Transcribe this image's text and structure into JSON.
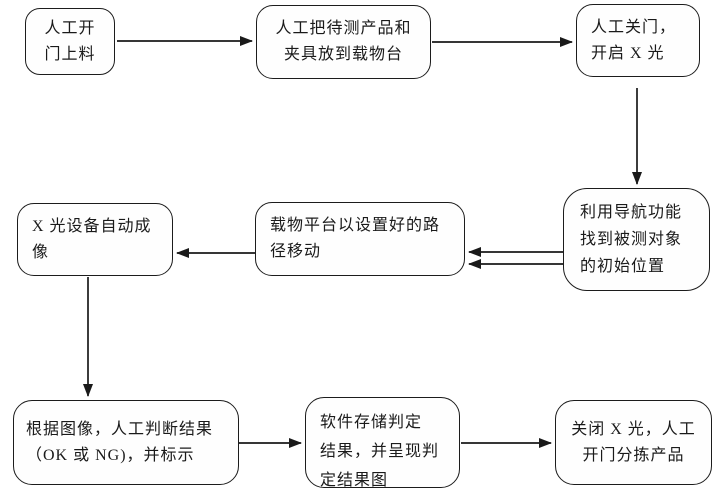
{
  "diagram": {
    "type": "flowchart",
    "colors": {
      "background": "#ffffff",
      "node_fill": "#fefefe",
      "line_color": "#1a1a1a",
      "text_color": "#1a1a1a"
    },
    "nodes": {
      "step1": {
        "label": "人工开门上料",
        "line1": "人工开",
        "line2": "门上料"
      },
      "step2": {
        "label": "人工把待测产品和夹具放到载物台",
        "line1": "人工把待测产品和",
        "line2": "夹具放到载物台"
      },
      "step3": {
        "label": "人工关门，开启 X 光",
        "line1": "人工关门，",
        "line2": "开启 X 光"
      },
      "step4": {
        "label": "利用导航功能找到被测对象的初始位置",
        "line1": "利用导航功能",
        "line2": "找到被测对象",
        "line3": "的初始位置"
      },
      "step5": {
        "label": "载物平台以设置好的路径移动",
        "line1": "载物平台以设置好的路",
        "line2": "径移动"
      },
      "step6": {
        "label": "X 光设备自动成像",
        "line1": "X 光设备自动成",
        "line2": "像"
      },
      "step7": {
        "label": "根据图像，人工判断结果（OK 或 NG)，并标示",
        "line1": "根据图像，人工判断结果",
        "line2": "（OK 或 NG)，并标示"
      },
      "step8": {
        "label": "软件存储判定结果，并呈现判定结果图",
        "line1": "软件存储判定",
        "line2": "结果，并呈现判",
        "line3": "定结果图"
      },
      "step9": {
        "label": "关闭 X 光，人工开门分拣产品",
        "line1": "关闭 X 光，人工",
        "line2": "开门分拣产品"
      }
    },
    "edges": [
      {
        "from": "step1",
        "to": "step2",
        "direction": "right"
      },
      {
        "from": "step2",
        "to": "step3",
        "direction": "right"
      },
      {
        "from": "step3",
        "to": "step4",
        "direction": "down"
      },
      {
        "from": "step4",
        "to": "step5",
        "direction": "left",
        "style": "double-line"
      },
      {
        "from": "step5",
        "to": "step6",
        "direction": "left"
      },
      {
        "from": "step6",
        "to": "step7",
        "direction": "down"
      },
      {
        "from": "step7",
        "to": "step8",
        "direction": "right"
      },
      {
        "from": "step8",
        "to": "step9",
        "direction": "right"
      }
    ]
  }
}
